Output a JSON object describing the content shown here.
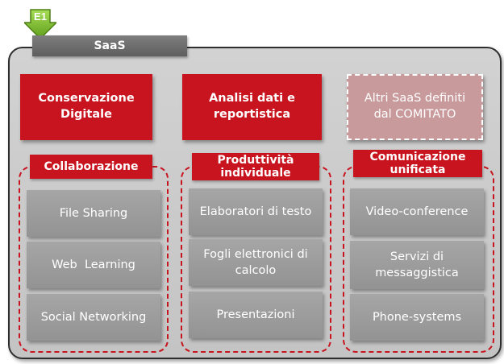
{
  "tab_label": "SaaS",
  "badge_label": "E1",
  "colors": {
    "accent_red": "#c8141e",
    "pending_pink": "#c99a9c",
    "item_gray": "#9e9e9e",
    "panel_gray": "#cccccc",
    "badge_green": "#7fbf2a"
  },
  "top_boxes": [
    {
      "label": "Conservazione\nDigitale",
      "status": "active"
    },
    {
      "label": "Analisi dati e\nreportistica",
      "status": "active"
    },
    {
      "label": "Altri SaaS definiti\ndal COMITATO",
      "status": "pending"
    }
  ],
  "groups": [
    {
      "label": "Collaborazione",
      "items": [
        "File Sharing",
        "Web  Learning",
        "Social Networking"
      ]
    },
    {
      "label": "Produttività\nindividuale",
      "items": [
        "Elaboratori di testo",
        "Fogli elettronici di\ncalcolo",
        "Presentazioni"
      ]
    },
    {
      "label": "Comunicazione\nunificata",
      "items": [
        "Video-conference",
        "Servizi di\nmessaggistica",
        "Phone-systems"
      ]
    }
  ]
}
